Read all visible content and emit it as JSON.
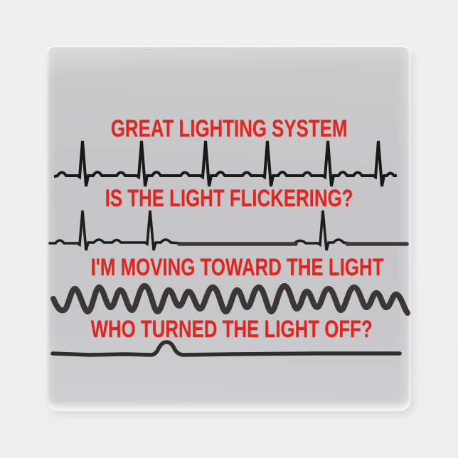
{
  "scene": {
    "background_color": "#f0eff0",
    "object": "square gray magnet tile with beveled glossy edges"
  },
  "magnet": {
    "face_color": "#c8c8ca",
    "caption_color": "#e3241f",
    "trace_color": "#1b1b1b",
    "rows": [
      {
        "caption": "GREAT LIGHTING SYSTEM",
        "trace": "normal-sinus-rhythm-ekg"
      },
      {
        "caption": "IS THE LIGHT FLICKERING?",
        "trace": "intermittent-beats-with-flatline-ekg"
      },
      {
        "caption": "I'M MOVING TOWARD THE LIGHT",
        "trace": "fibrillation-squiggle-ekg"
      },
      {
        "caption": "WHO TURNED THE LIGHT OFF?",
        "trace": "flatline-with-single-blip-ekg"
      }
    ]
  }
}
